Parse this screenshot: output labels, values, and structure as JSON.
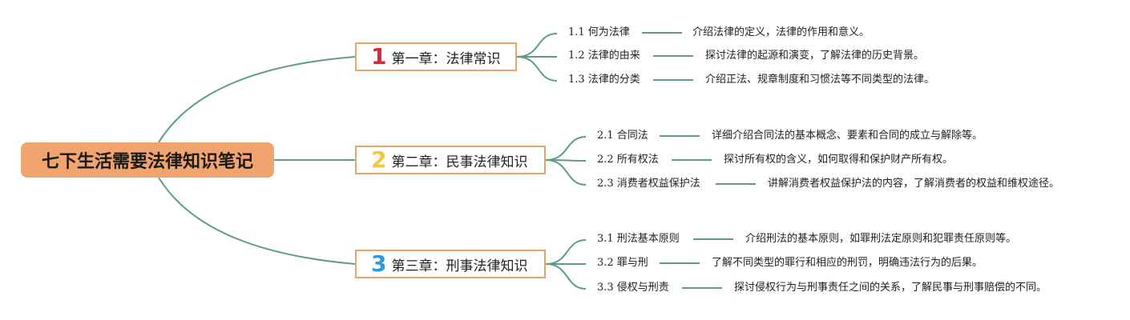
{
  "root": {
    "label": "七下生活需要法律知识笔记"
  },
  "colors": {
    "edge": "#5e9c84",
    "root_bg": "#f1a46e",
    "chapter_border": "#e8a46a"
  },
  "chapters": [
    {
      "number": "1",
      "number_color": "#d6283b",
      "label": "第一章：法律常识",
      "topics": [
        {
          "label": "1.1 何为法律",
          "desc": "介绍法律的定义，法律的作用和意义。"
        },
        {
          "label": "1.2 法律的由来",
          "desc": "探讨法律的起源和演变，了解法律的历史背景。"
        },
        {
          "label": "1.3 法律的分类",
          "desc": "介绍正法、规章制度和习惯法等不同类型的法律。"
        }
      ]
    },
    {
      "number": "2",
      "number_color": "#f2c744",
      "label": "第二章：民事法律知识",
      "topics": [
        {
          "label": "2.1 合同法",
          "desc": "详细介绍合同法的基本概念、要素和合同的成立与解除等。"
        },
        {
          "label": "2.2 所有权法",
          "desc": "探讨所有权的含义，如何取得和保护财产所有权。"
        },
        {
          "label": "2.3 消费者权益保护法",
          "desc": "讲解消费者权益保护法的内容，了解消费者的权益和维权途径。"
        }
      ]
    },
    {
      "number": "3",
      "number_color": "#2d9be0",
      "label": "第三章：刑事法律知识",
      "topics": [
        {
          "label": "3.1 刑法基本原则",
          "desc": "介绍刑法的基本原则，如罪刑法定原则和犯罪责任原则等。"
        },
        {
          "label": "3.2 罪与刑",
          "desc": "了解不同类型的罪行和相应的刑罚，明确违法行为的后果。"
        },
        {
          "label": "3.3 侵权与刑责",
          "desc": "探讨侵权行为与刑事责任之间的关系，了解民事与刑事赔偿的不同。"
        }
      ]
    }
  ]
}
